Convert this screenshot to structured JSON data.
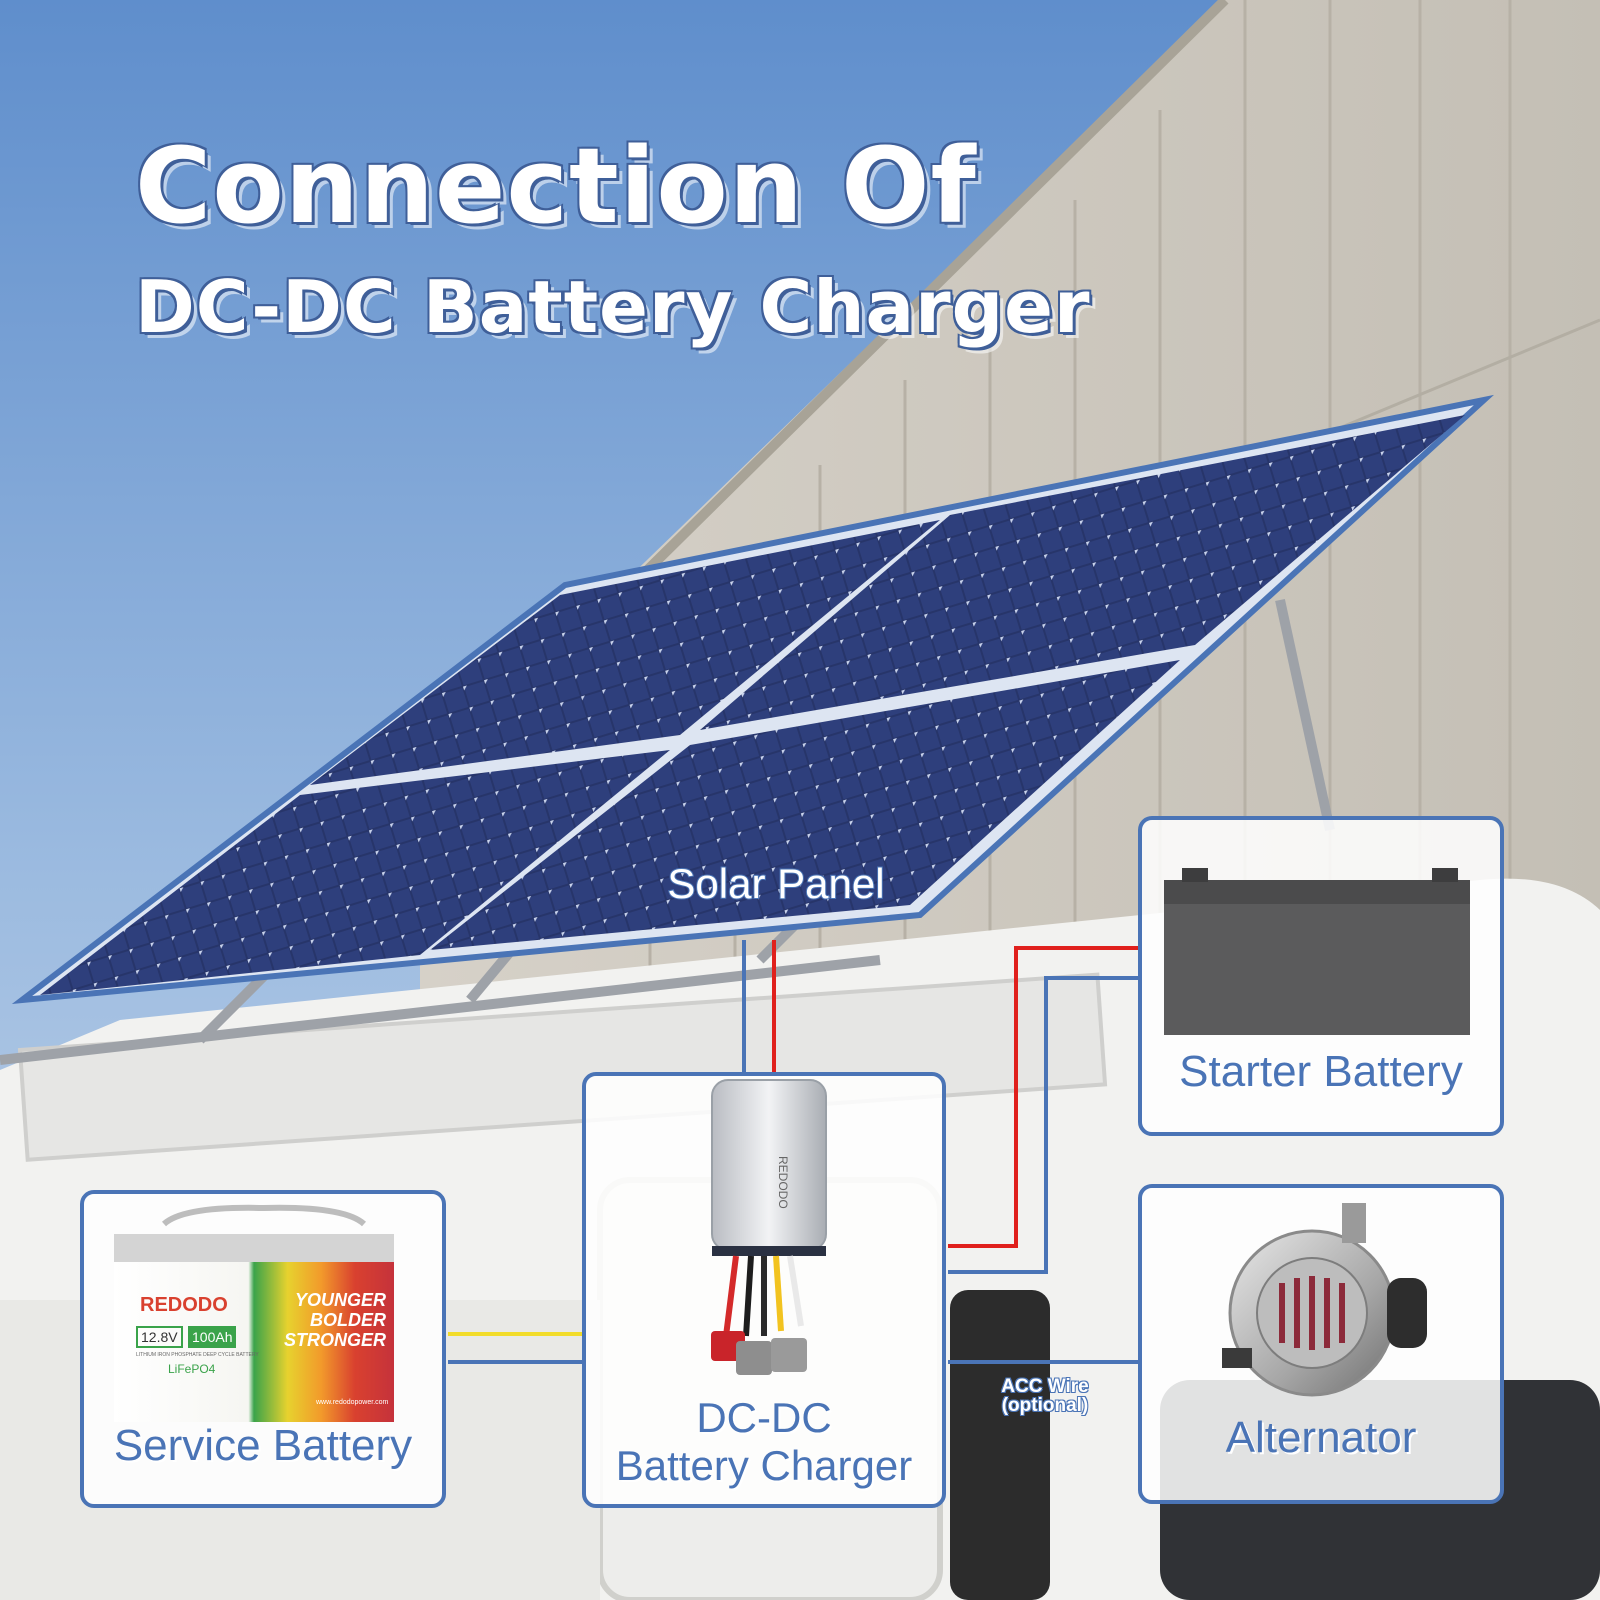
{
  "title": {
    "line1": "Connection Of",
    "line2": "DC-DC Battery Charger"
  },
  "components": {
    "solar_panel": "Solar Panel",
    "starter_battery": "Starter Battery",
    "alternator": "Alternator",
    "dcdc_charger_line1": "DC-DC",
    "dcdc_charger_line2": "Battery Charger",
    "service_battery": "Service Battery"
  },
  "acc_wire": {
    "line1": "ACC Wire",
    "line2": "(optional)"
  },
  "service_battery_label": {
    "brand": "REDODO",
    "voltage": "12.8V",
    "capacity": "100Ah",
    "chemistry": "LiFePO4",
    "fine_print": "LITHIUM IRON PHOSPHATE DEEP CYCLE BATTERY",
    "slogan1": "YOUNGER",
    "slogan2": "BOLDER",
    "slogan3": "STRONGER",
    "website": "www.redodopower.com"
  },
  "charger_label": {
    "brand": "REDODO"
  },
  "colors": {
    "accent": "#4a74b6",
    "positive_wire": "#e0201c",
    "acc_wire": "#4a74b6",
    "service_wire": "#f2dc2a",
    "sky": "#8fb3dc",
    "panel_cell": "#253466"
  }
}
